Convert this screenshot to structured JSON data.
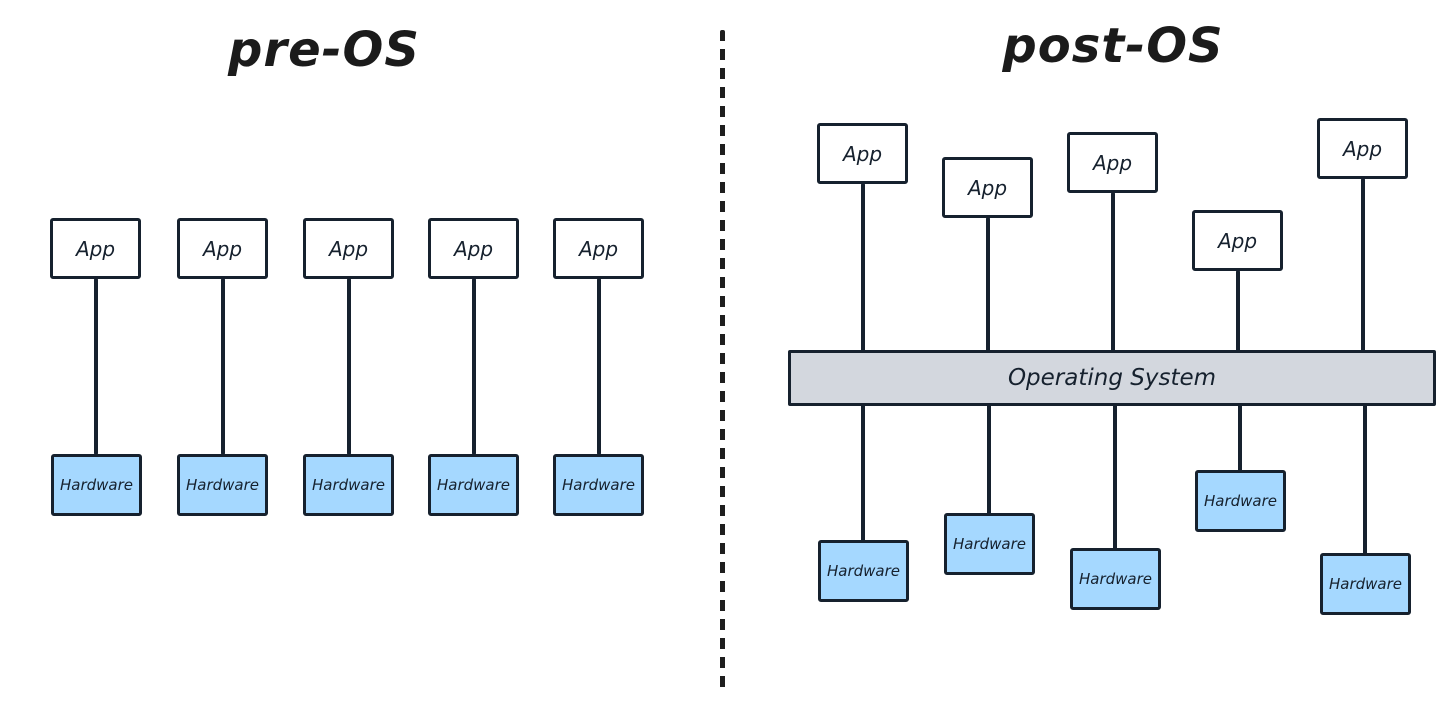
{
  "left_panel": {
    "title": "pre-OS",
    "columns": [
      {
        "app": "App",
        "hardware": "Hardware"
      },
      {
        "app": "App",
        "hardware": "Hardware"
      },
      {
        "app": "App",
        "hardware": "Hardware"
      },
      {
        "app": "App",
        "hardware": "Hardware"
      },
      {
        "app": "App",
        "hardware": "Hardware"
      }
    ]
  },
  "right_panel": {
    "title": "post-OS",
    "os_bar_label": "Operating System",
    "apps": [
      {
        "label": "App"
      },
      {
        "label": "App"
      },
      {
        "label": "App"
      },
      {
        "label": "App"
      },
      {
        "label": "App"
      }
    ],
    "hardware": [
      {
        "label": "Hardware"
      },
      {
        "label": "Hardware"
      },
      {
        "label": "Hardware"
      },
      {
        "label": "Hardware"
      },
      {
        "label": "Hardware"
      }
    ]
  },
  "colors": {
    "stroke": "#16212e",
    "box_fill": "#ffffff",
    "hardware_fill": "#a5d8ff",
    "os_fill": "#d3d7de",
    "title_color": "#1b1b1b",
    "divider_color": "#1e1e1e",
    "background": "#ffffff"
  }
}
